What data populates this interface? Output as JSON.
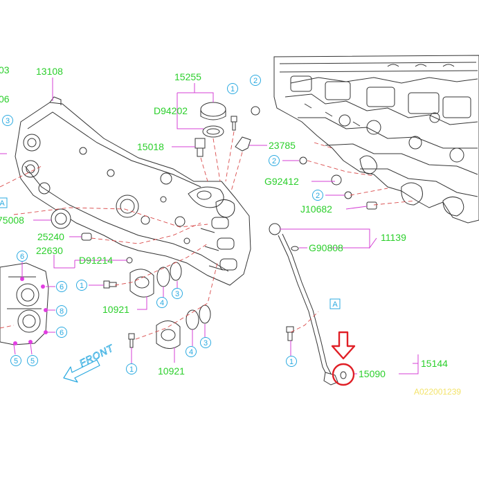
{
  "labels": {
    "p03": "03",
    "p06": "06",
    "p13108": "13108",
    "p15255": "15255",
    "pD94202": "D94202",
    "p15018": "15018",
    "p23785": "23785",
    "pG92412": "G92412",
    "pJ10682": "J10682",
    "p75008": "75008",
    "p25240": "25240",
    "p22630": "22630",
    "pD91214": "D91214",
    "p10921a": "10921",
    "p10921b": "10921",
    "p11139": "11139",
    "pG90808": "G90808",
    "p15144": "15144",
    "p15090": "15090"
  },
  "ref_badges": {
    "b1a": "1",
    "b2a": "2",
    "b3a": "3",
    "b2b": "2",
    "b2c": "2",
    "b1b": "1",
    "b4a": "4",
    "b3b": "3",
    "b4b": "4",
    "b3c": "3",
    "b1c": "1",
    "b1d": "1",
    "b6a": "6",
    "b6b": "6",
    "b8": "8",
    "b6c": "6",
    "b5a": "5",
    "b5b": "5"
  },
  "view_marker": "A",
  "front_label": "FRONT",
  "diagram_code": "A022001239",
  "colors": {
    "part_number": "#2bcf2b",
    "ref_badge": "#29a9e0",
    "leader": "#d43fd4",
    "highlight": "#e01f26",
    "code": "#f3e36a"
  }
}
